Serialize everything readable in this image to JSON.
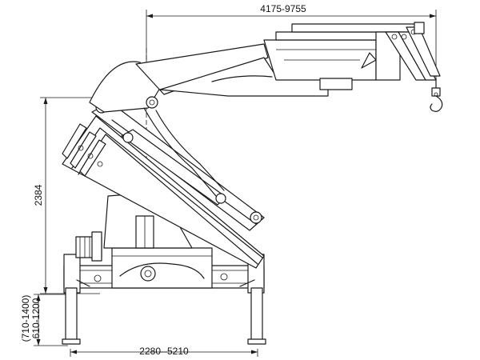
{
  "dimensions": {
    "max_reach": "4175-9755",
    "height": "2384",
    "outrigger_span": "2280--5210",
    "leg_height_range": "(710-1400)",
    "leg_height_range_2": "610-1200"
  },
  "colors": {
    "line": "#1a1a1a",
    "background": "#ffffff"
  }
}
